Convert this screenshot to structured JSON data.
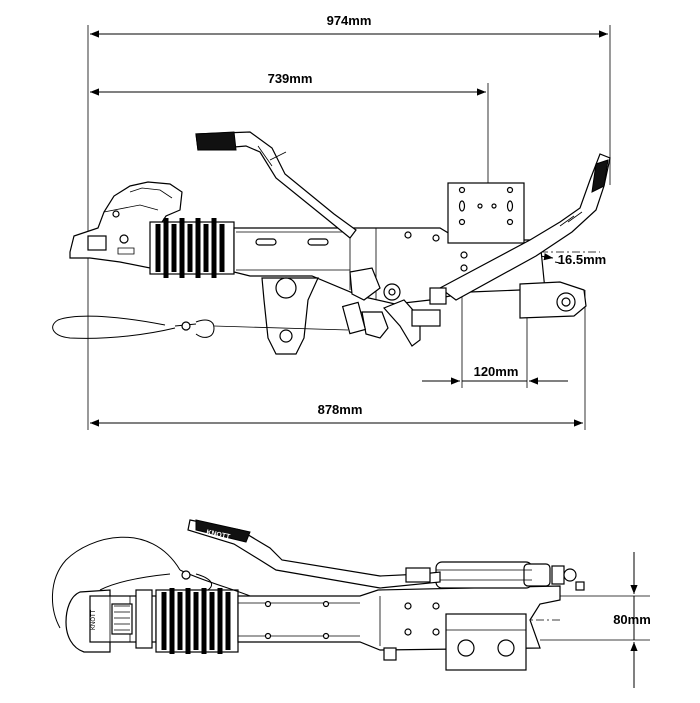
{
  "dimensions": {
    "overall_length": "974mm",
    "coupling_to_mount": "739mm",
    "base_length": "878mm",
    "mount_width": "120mm",
    "lever_offset": "16.5mm",
    "side_height": "80mm"
  },
  "logo_text": "KNOTT"
}
